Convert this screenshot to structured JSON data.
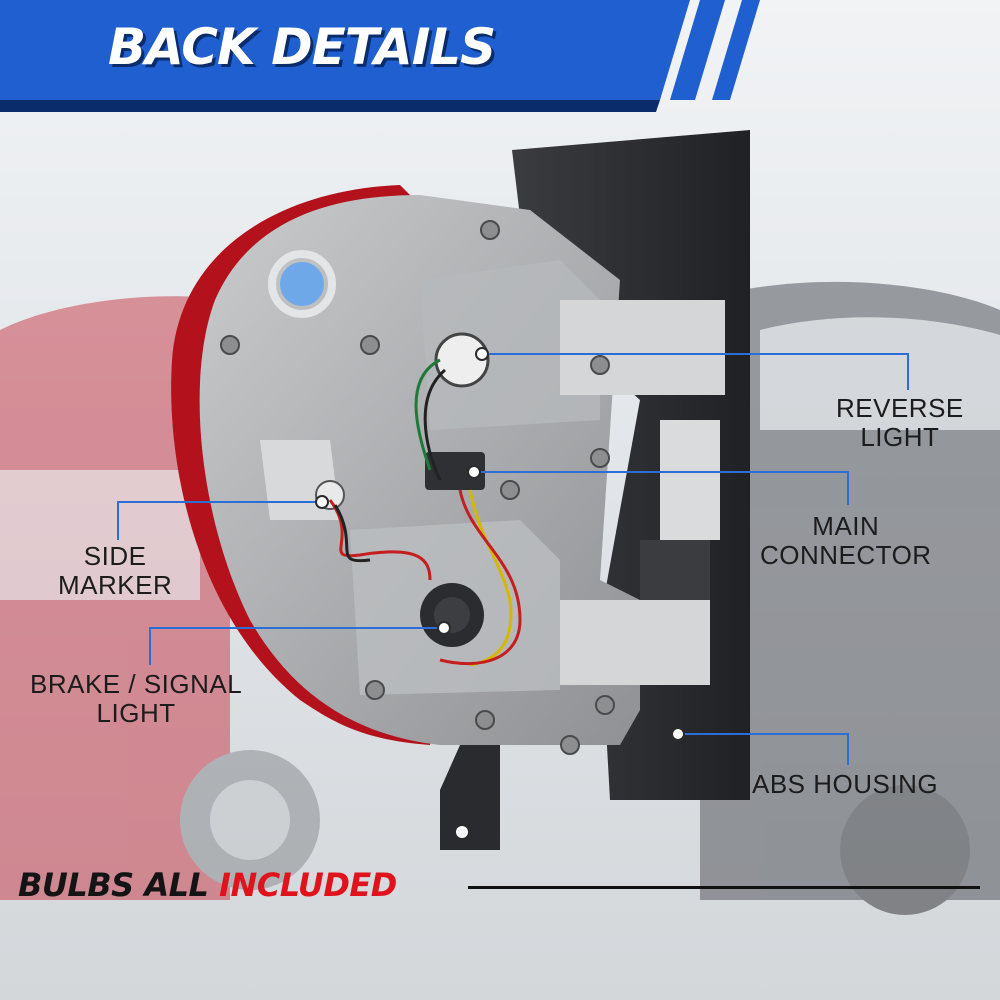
{
  "header": {
    "title": "BACK DETAILS"
  },
  "callouts": {
    "reverse_light": [
      "REVERSE",
      "LIGHT"
    ],
    "main_connector": [
      "MAIN",
      "CONNECTOR"
    ],
    "side_marker": [
      "SIDE",
      "MARKER"
    ],
    "brake_signal_light": [
      "BRAKE / SIGNAL",
      "LIGHT"
    ],
    "abs_housing": [
      "ABS HOUSING"
    ]
  },
  "footer": {
    "prefix": "BULBS ALL",
    "highlight": "INCLUDED"
  },
  "colors": {
    "banner_blue": "#1f5fcf",
    "banner_dark": "#0b2c6b",
    "callout_blue": "#2b6fd6",
    "highlight_red": "#e0121c",
    "housing_dark": "#2b2d31",
    "housing_gray": "#a9abad",
    "lens_red": "#b3121c"
  }
}
